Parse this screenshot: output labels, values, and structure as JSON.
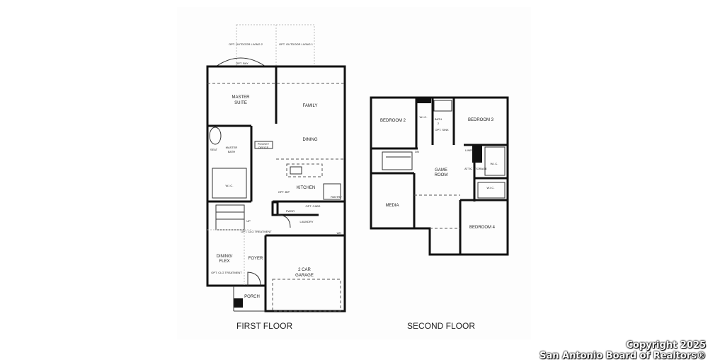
{
  "first_floor": {
    "caption": "FIRST FLOOR",
    "rooms": {
      "opt_outdoor_living_2": "OPT. OUTDOOR LIVING 2",
      "opt_outdoor_living_1": "OPT. OUTDOOR LIVING 1",
      "opt_bay": "OPT. BAY",
      "master_suite_1": "MASTER",
      "master_suite_2": "SUITE",
      "family": "FAMILY",
      "dining": "DINING",
      "pocket_office_1": "POCKET",
      "pocket_office_2": "OFFICE",
      "seat": "SEAT",
      "master_bath_1": "MASTER",
      "master_bath_2": "BATH",
      "wic": "W.I.C.",
      "kitchen": "KITCHEN",
      "pantry": "PANTRY",
      "opt_bip": "OPT. BIP",
      "pwdr": "PWDR",
      "opt_cabs": "OPT. CABS",
      "laundry": "LAUNDRY",
      "wh": "WH",
      "up": "UP",
      "opt_clg_treatment": "OPT. CLG TREATMENT",
      "dining_flex_1": "DINING/",
      "dining_flex_2": "FLEX",
      "foyer": "FOYER",
      "garage_1": "2 CAR",
      "garage_2": "GARAGE",
      "porch": "PORCH"
    }
  },
  "second_floor": {
    "caption": "SECOND FLOOR",
    "rooms": {
      "bedroom_2": "BEDROOM 2",
      "wic": "W.I.C.",
      "bath_2a": "BATH",
      "bath_2b": "2",
      "opt_sink": "OPT. SINK",
      "bedroom_3": "BEDROOM 3",
      "dn": "DN",
      "game_room_1": "GAME",
      "game_room_2": "ROOM",
      "media": "MEDIA",
      "bedroom_4": "BEDROOM 4",
      "linen": "LINEN",
      "attic_storage": "ATTIC STORAGE"
    }
  },
  "watermark": {
    "line1": "Copyright 2025",
    "line2": "San Antonio Board of Realtors®"
  }
}
